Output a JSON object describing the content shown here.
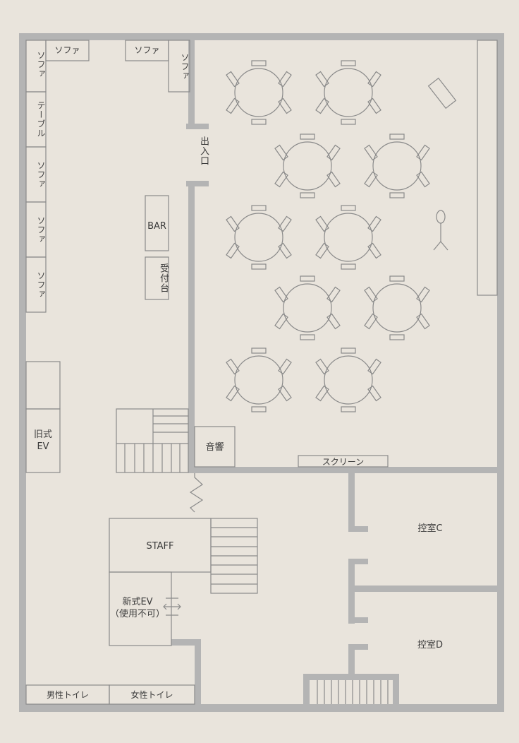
{
  "labels": {
    "sofa": "ソファ",
    "table": "テーブル",
    "entrance": "出入口",
    "bar": "BAR",
    "reception": "受付台",
    "old_ev_line1": "旧式",
    "old_ev_line2": "EV",
    "sound": "音響",
    "screen": "スクリーン",
    "staff": "STAFF",
    "new_ev_line1": "新式EV",
    "new_ev_line2": "（使用不可）",
    "room_c": "控室C",
    "room_d": "控室D",
    "mens_toilet": "男性トイレ",
    "womens_toilet": "女性トイレ"
  },
  "icons": [
    "round-table-icon",
    "chair-icon",
    "microphone-stand-icon",
    "double-arrow-icon",
    "stairs-icon"
  ],
  "colors": {
    "background": "#e9e4dc",
    "wall": "#b4b4b4",
    "line": "#8a8a8a",
    "text": "#3a3a3a"
  }
}
